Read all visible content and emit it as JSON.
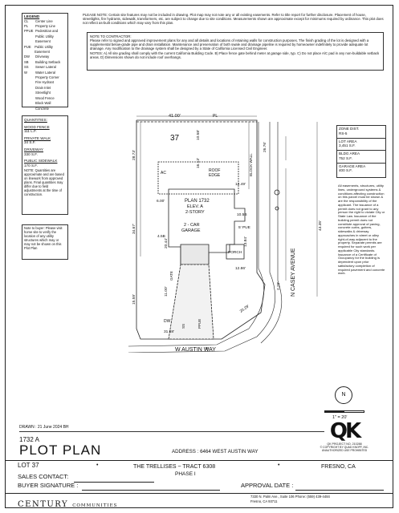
{
  "legend": {
    "title": "LEGEND",
    "items": [
      {
        "code": "CL",
        "label": "Center Line"
      },
      {
        "code": "PL",
        "label": "Property Line"
      },
      {
        "code": "PPUE",
        "label": "Pedestrian and Public Utility Easement"
      },
      {
        "code": "PUE",
        "label": "Public Utility Easement"
      },
      {
        "code": "DW",
        "label": "Driveway"
      },
      {
        "code": "SB",
        "label": "Building Setback"
      },
      {
        "code": "SS",
        "label": "Sewer Lateral"
      },
      {
        "code": "W",
        "label": "Water Lateral"
      },
      {
        "code": "",
        "label": "Property Corner"
      },
      {
        "code": "",
        "label": "Fire Hydrant"
      },
      {
        "code": "",
        "label": "Drain Inlet"
      },
      {
        "code": "",
        "label": "Streetlight"
      },
      {
        "code": "",
        "label": "Wood Fence"
      },
      {
        "code": "",
        "label": "Block Wall"
      },
      {
        "code": "",
        "label": "Concrete"
      }
    ]
  },
  "notes": {
    "please_note": "PLEASE NOTE: Certain site features may not be included in drawing. Plot map may not note any or all existing easements. Refer to title report for further disclosure. Placement of house, streetlights, fire hydrants, sidewalk, transformers, etc. are subject to change due to site conditions. Measurements shown are approximate except for minimums required by ordinance. This plot does not reflect as-built conditions which may vary from this plan.",
    "contractor_title": "NOTE TO CONTRACTOR:",
    "contractor_body": "Please refer to signed and approved improvement plans for any and all details and locations of retaining walls for construction purposes. The finish grading of the lot is designed with a supplemental below-grade pipe and drain installation. Maintenance and preservation of both swale and drainage pipeline is required by homeowner indefinitely to provide adequate lot drainage. Any modification to the drainage system shall be designed by a State of California Licensed Civil Engineer.",
    "contractor_notes": "NOTES: A) All site grading shall comply with the current California Building Code. B) Place fence gate behind meter at garage side, typ. C) Do not place A/C pad in any non-buildable setback areas. D) Dimensions shown do not include roof overhangs."
  },
  "quantities": {
    "title": "QUANTITIES:",
    "items": [
      {
        "label": "WOOD FENCE",
        "value": "111 L.F."
      },
      {
        "label": "PRIVATE WALK",
        "value": "34 S.F."
      },
      {
        "label": "DRIVEWAY",
        "value": "330 S.F."
      },
      {
        "label": "PUBLIC SIDEWALK",
        "value": "170 S.F."
      }
    ],
    "note": "NOTE: Quantities are approximate and are based on linework from approved plans. Final quantities may differ due to field adjustments at the time of construction."
  },
  "buyer_note": "Note to buyer: Please visit home site to verify the location of any utility structures which may or may not be shown on this Plot Plan",
  "zone": {
    "rows": [
      {
        "label": "ZONE DIST.",
        "value": "RS-5"
      },
      {
        "label": "LOT AREA",
        "value": "3,451 S.F."
      },
      {
        "label": "BLDG AREA",
        "value": "752 S.F."
      },
      {
        "label": "GARAGE AREA",
        "value": "400 S.F."
      }
    ]
  },
  "easement_note": "All easements, structures, utility lines, underground systems & conditions affecting construction on this parcel must be shown & are the responsibility of the applicant. The issuance of a permit does not grant to any person the right to violate City or State Law. Issuance of the building permit does not constitute approval of paving, concrete curbs, gutters, sidewalks & driveway approaches in street or alley right-of-way adjacent to the property. Separate permits are required for such work per applicable City standards. Issuance of a Certificate of Occupancy for the building is dependent upon prior satisfactory completion of required pavement and concrete work.",
  "plan": {
    "lot_number": "37",
    "plan_label": "PLAN 1732",
    "elev": "ELEV. A",
    "stories": "2-STORY",
    "garage_1": "2 - CAR",
    "garage_2": "GARAGE",
    "porch": "PORCH",
    "roof_edge_1": "ROOF",
    "roof_edge_2": "EDGE",
    "ac": "AC",
    "block_wall": "BLOCK WALL",
    "street_east": "N CASEY AVENUE",
    "street_south": "W AUSTIN WAY",
    "pl": "PL",
    "dims": {
      "top": "41.00'",
      "d1058a": "10.58'",
      "d1613": "16.13'",
      "d2873": "28.73'",
      "d2676": "26.76'",
      "d1249": "12.49'",
      "d600": "6.00'",
      "d450": "4.5B",
      "d1058b": "10.5B",
      "d500": "5' PUE",
      "d3467": "34.67'",
      "d4335": "43.35'",
      "d2044": "20.44'",
      "d1384": "13.84'",
      "d1559": "15.59'",
      "d1100": "11.00'",
      "d1286": "12.86'",
      "d3168": "31.68'",
      "d2029": "20.29'",
      "d229": "2.29'",
      "d1900": "19.00'"
    },
    "gate": "GATE",
    "ppue": "PPUE",
    "dw": "DW",
    "ss": "SS",
    "w": "W"
  },
  "scale": "1\" = 20'",
  "north": "N",
  "drawn": "DRAWN : 21 June 2024  BH",
  "model": "1732  A",
  "title": "PLOT PLAN",
  "address": "ADDRESS : 6464 WEST AUSTIN WAY",
  "logo": {
    "mark": "QK",
    "project": "QK PROJECT NO. 210288",
    "copyright": "© COPYRIGHT BY QUAD KNOPF, INC. UNAUTHORIZED USE PROHIBITED"
  },
  "lot": "LOT 37",
  "subdivision": "THE TRELLISES ~ TRACT 6308",
  "phase": "PHASE I",
  "city": "FRESNO, CA",
  "sales_contact_label": "SALES CONTACT:",
  "buyer_signature_label": "BUYER SIGNATURE :",
  "approval_date_label": "APPROVAL DATE :",
  "company": "CENTURY",
  "company_sub": "COMMUNITIES",
  "company_address_1": "7330 N. Palm Ave., Suite 106   Phone: (559) 439-4484",
  "company_address_2": "Fresno, CA  93711"
}
